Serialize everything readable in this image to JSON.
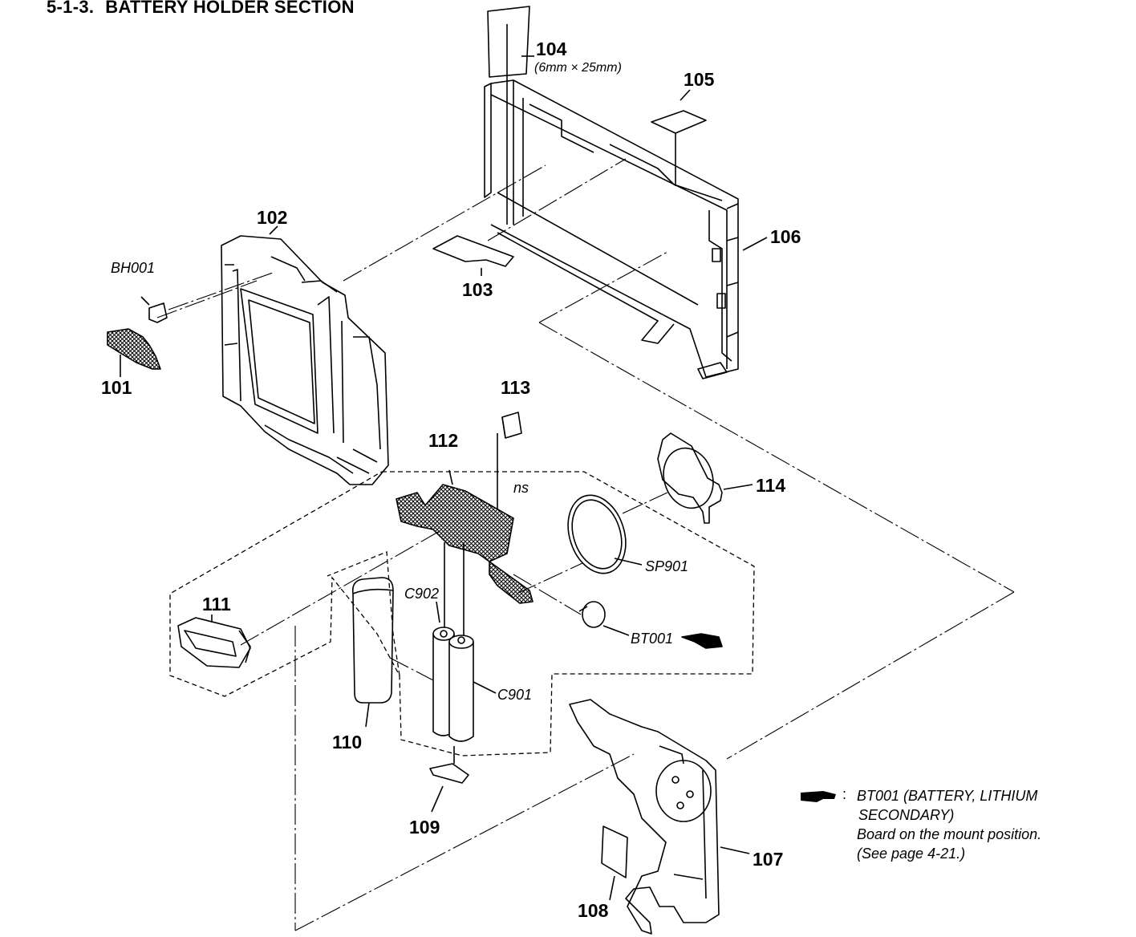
{
  "section": {
    "number": "5-1-3.",
    "title": "BATTERY HOLDER SECTION"
  },
  "parts": {
    "p101": "101",
    "p102": "102",
    "p103": "103",
    "p104": "104",
    "p104_dim": "(6mm × 25mm)",
    "p105": "105",
    "p106": "106",
    "p107": "107",
    "p108": "108",
    "p109": "109",
    "p110": "110",
    "p111": "111",
    "p112": "112",
    "p113": "113",
    "p114": "114",
    "bh001": "BH001",
    "ns": "ns",
    "sp901": "SP901",
    "bt001": "BT001",
    "c901": "C901",
    "c902": "C902"
  },
  "legend": {
    "line1": "BT001 (BATTERY, LITHIUM",
    "line2": "SECONDARY)",
    "line3": "Board on the mount position.",
    "line4": "(See page 4-21.)",
    "colon": ":"
  },
  "colors": {
    "ink": "#000000",
    "paper": "#ffffff"
  },
  "icons": {
    "pointer": "pointing-hand-icon"
  }
}
